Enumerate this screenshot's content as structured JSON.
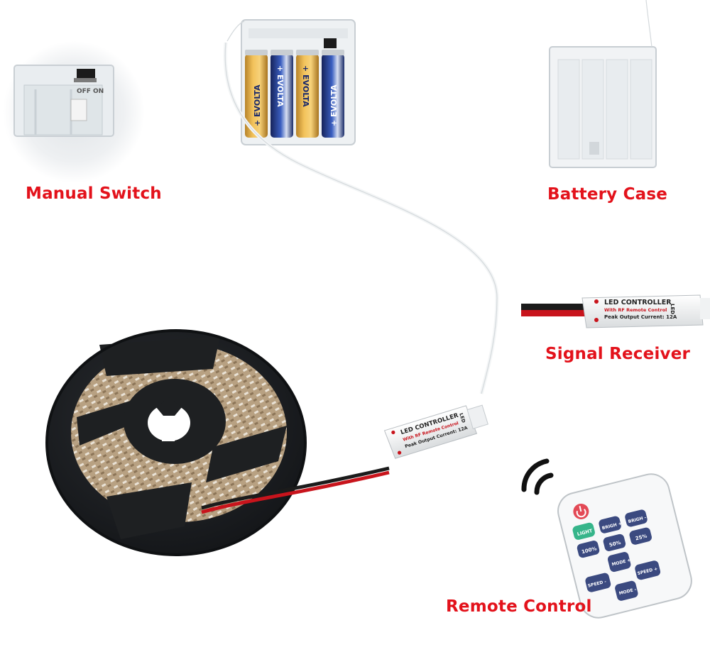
{
  "labels": {
    "manual_switch": "Manual Switch",
    "battery_case": "Battery Case",
    "signal_receiver": "Signal Receiver",
    "remote_control": "Remote Control"
  },
  "manual_switch_detail": {
    "off": "OFF",
    "on": "ON"
  },
  "batteries": {
    "brand": "+ EVOLTA"
  },
  "controller": {
    "title": "LED CONTROLLER",
    "subtitle": "With RF Remote Control",
    "peak": "Peak Output Current: 12A",
    "led_tag": "LED"
  },
  "remote": {
    "buttons": {
      "light": "LIGHT",
      "bright_plus": "BRIGH +",
      "bright_minus": "BRIGH -",
      "pct100": "100%",
      "pct50": "50%",
      "pct25": "25%",
      "mode_plus": "MODE +",
      "speed_minus": "SPEED -",
      "speed_plus": "SPEED +",
      "mode_minus": "MODE -"
    }
  },
  "colors": {
    "label_red": "#e3121b",
    "reel_black": "#1e2022",
    "led_strip": "#b9a48a",
    "remote_teal": "#36b58a",
    "remote_navy": "#3b4a80"
  }
}
